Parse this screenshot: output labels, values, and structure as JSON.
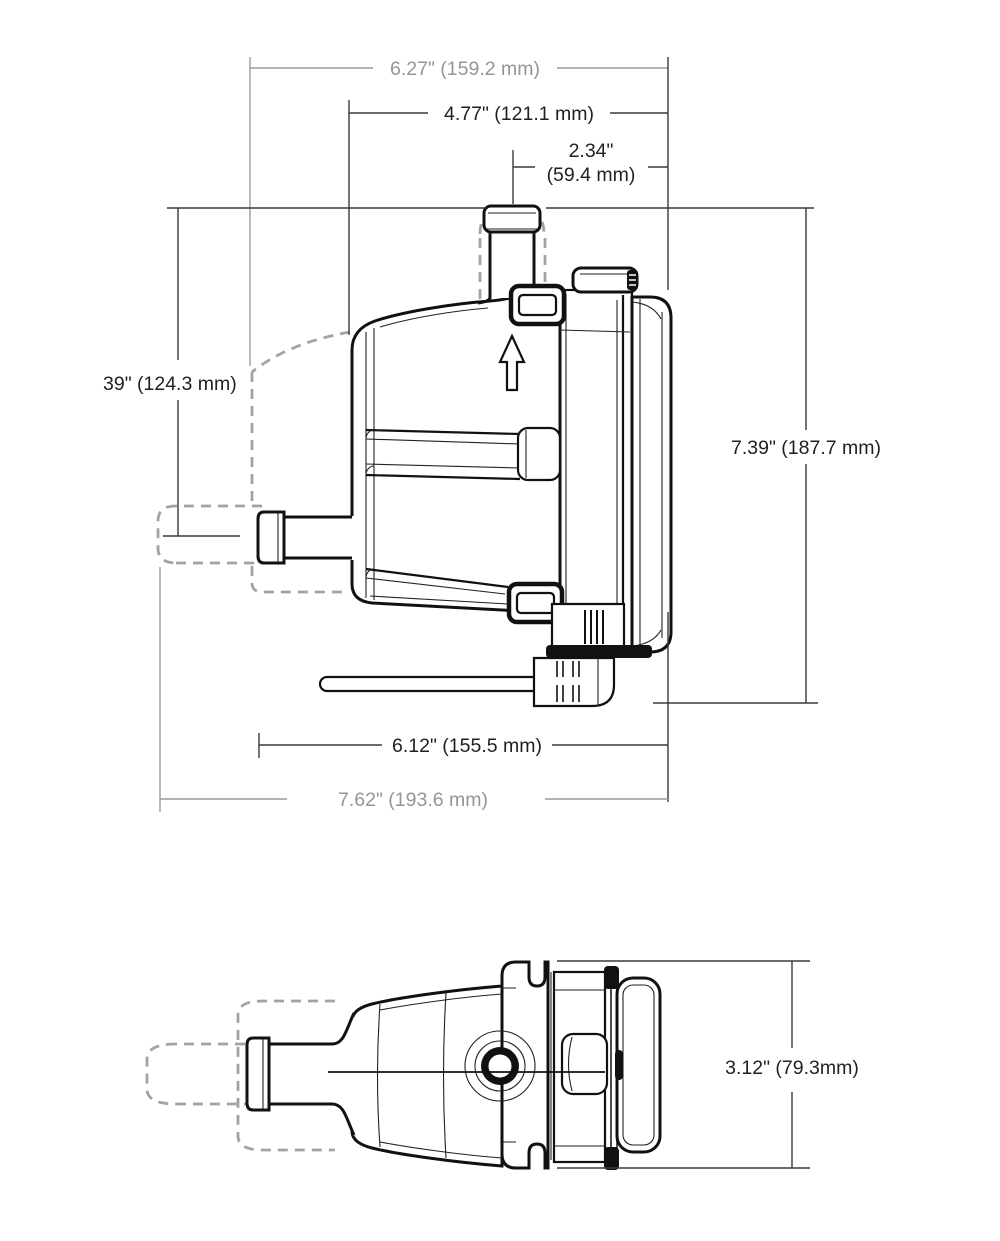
{
  "figure": {
    "title": "Product dimension drawing, side and bottom views",
    "background": "#ffffff",
    "line_color": "#111111",
    "dim_text_color": "#231f20",
    "reference_color": "#939598"
  },
  "side_view": {
    "name": "side-view",
    "dims": {
      "overall_width_ref": "6.27\" (159.2 mm)",
      "body_width": "4.77\" (121.1 mm)",
      "port_offset_line1": "2.34\"",
      "port_offset_line2": "(59.4 mm)",
      "port_height_clipped": "39\" (124.3 mm)",
      "overall_height": "7.39\" (187.7 mm)",
      "body_length": "6.12\" (155.5 mm)",
      "overall_length_ref": "7.62\" (193.6 mm)"
    }
  },
  "bottom_view": {
    "name": "bottom-view",
    "dims": {
      "overall_depth": "3.12\" (79.3mm)"
    }
  }
}
